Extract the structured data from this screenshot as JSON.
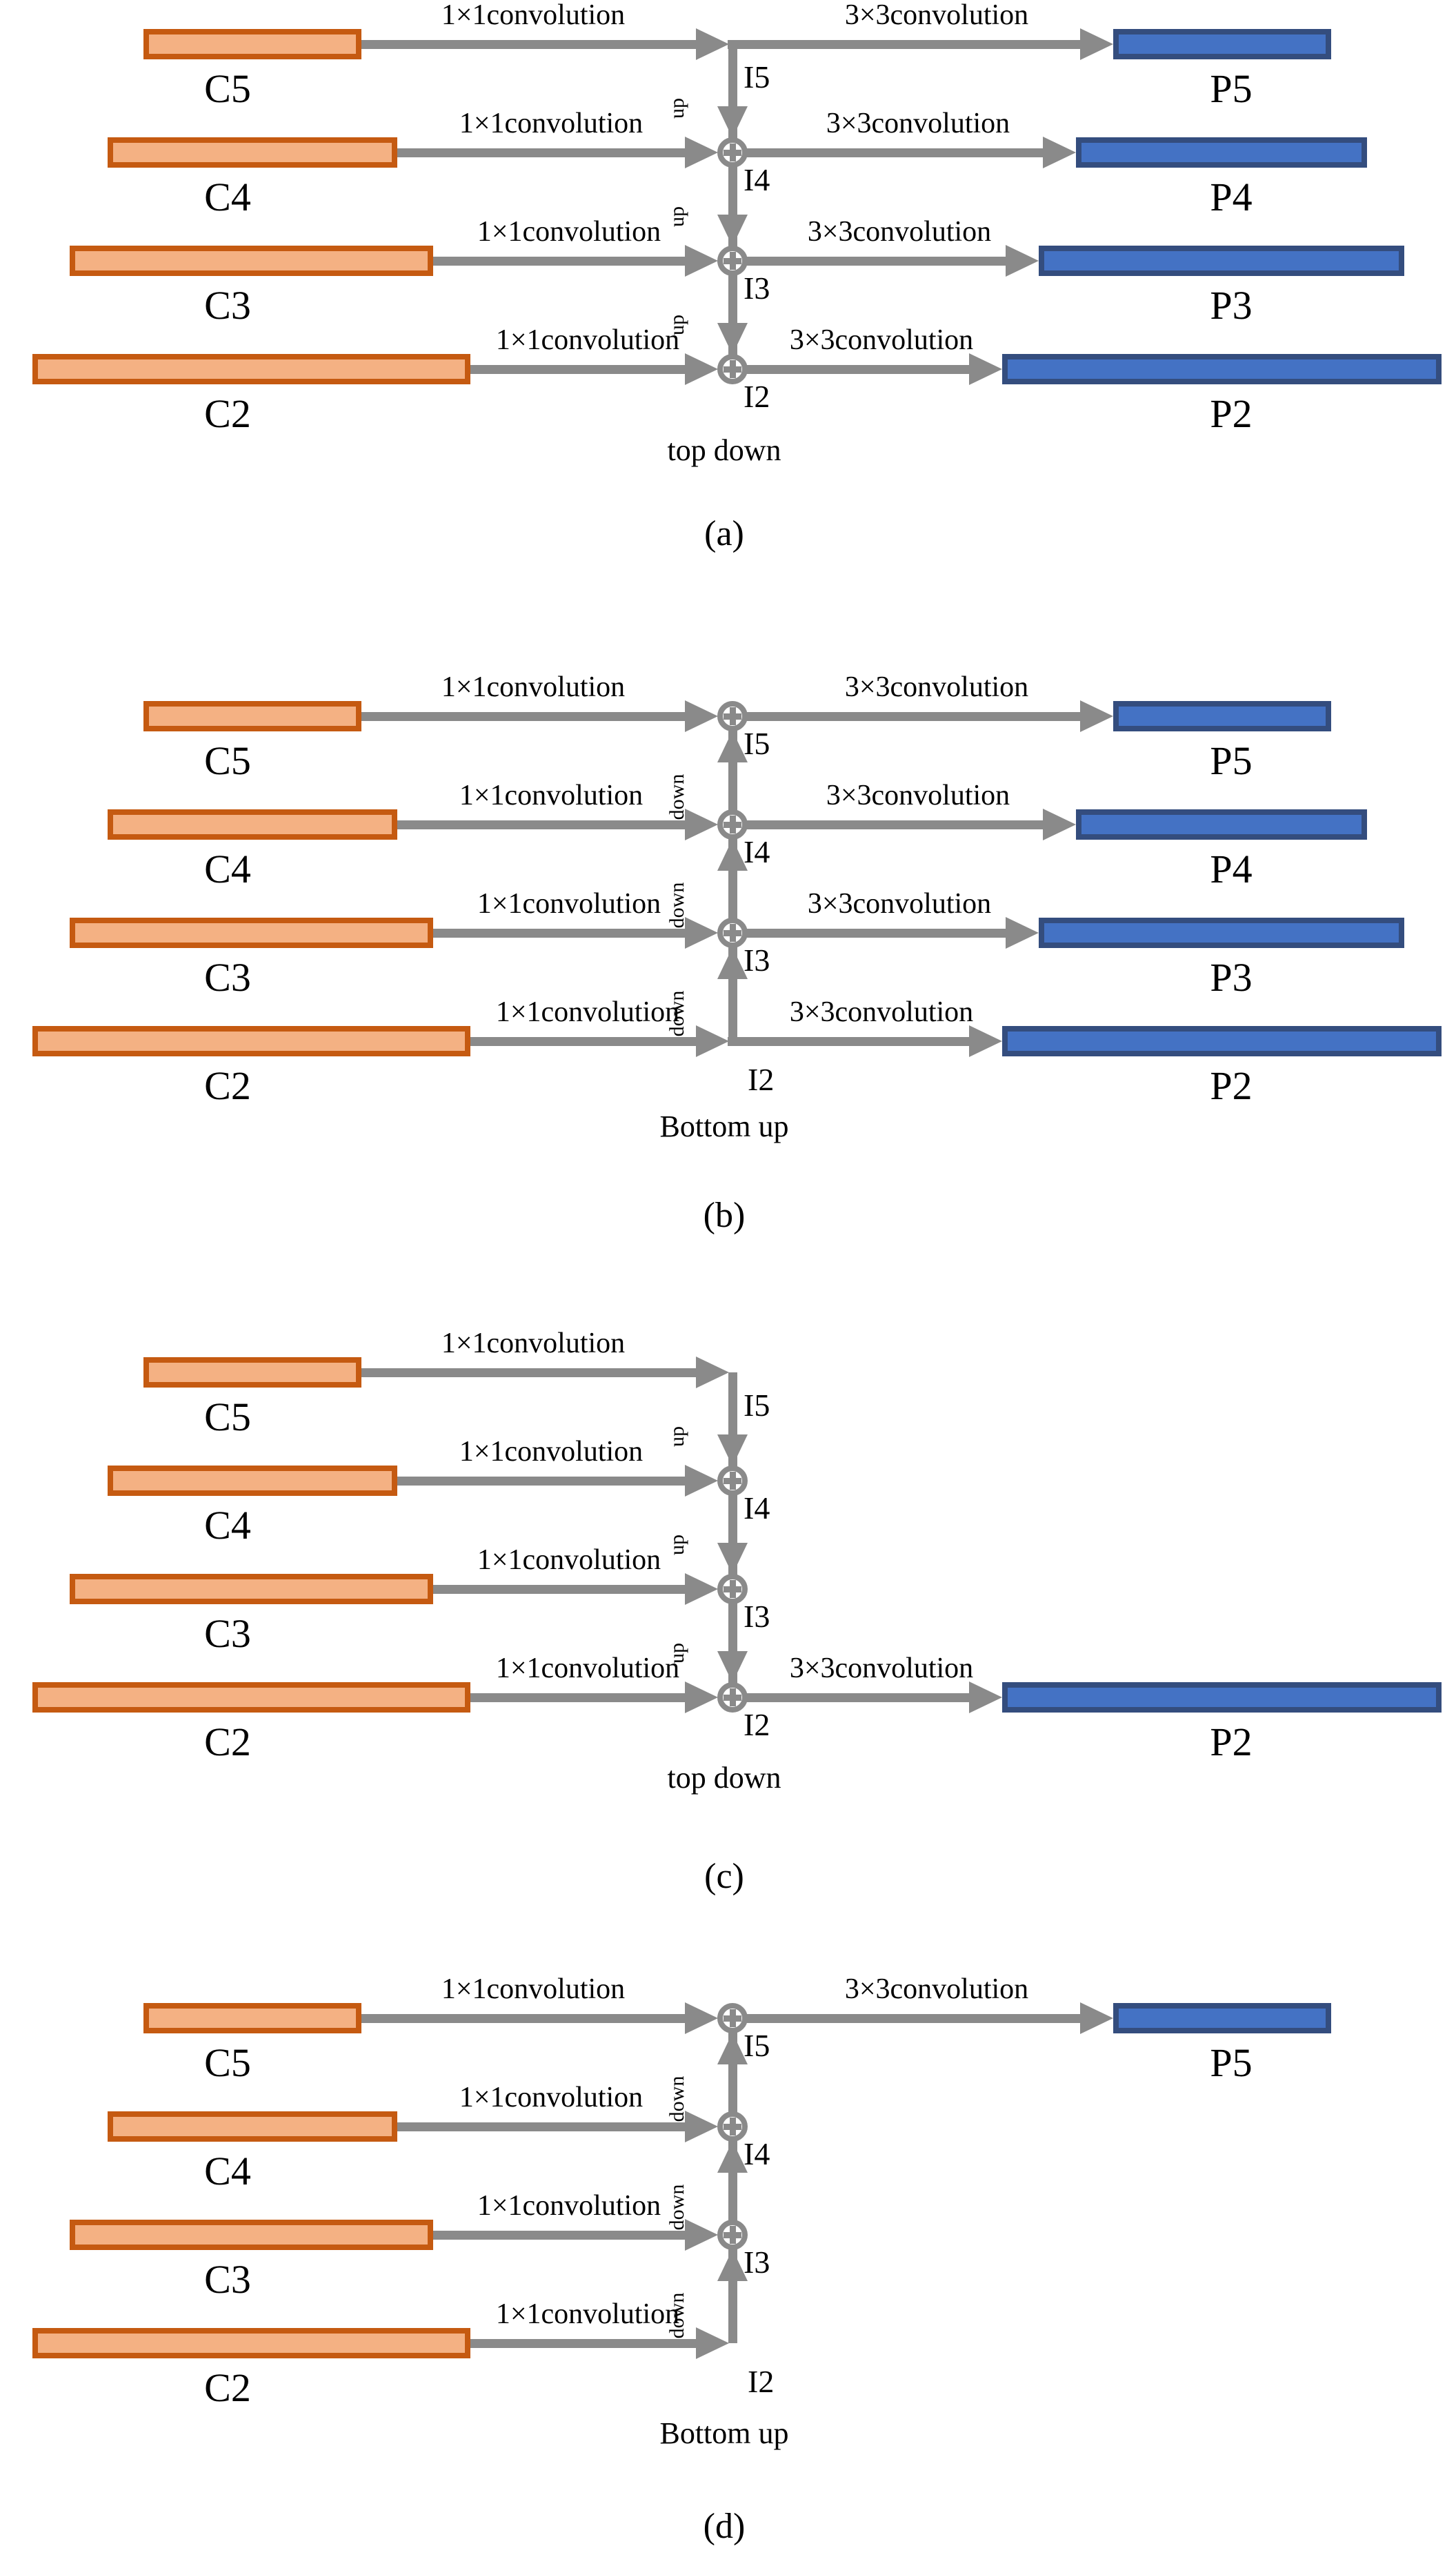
{
  "figure": {
    "background": "#ffffff",
    "colors": {
      "input_bar_fill": "#F4B183",
      "input_bar_border": "#C55A11",
      "output_bar_fill": "#4472C4",
      "output_bar_border": "#344D7E",
      "connector": "#8A8A8A",
      "text": "#000000"
    },
    "shared": {
      "lateral_conv_label": "1×1convolution",
      "output_conv_label": "3×3convolution"
    },
    "panels": [
      {
        "caption": "(a)",
        "flow_label": "top down",
        "vertical_label": "up",
        "rows": [
          {
            "input": "C5",
            "node": "I5",
            "output": "P5"
          },
          {
            "input": "C4",
            "node": "I4",
            "output": "P4"
          },
          {
            "input": "C3",
            "node": "I3",
            "output": "P3"
          },
          {
            "input": "C2",
            "node": "I2",
            "output": "P2"
          }
        ]
      },
      {
        "caption": "(b)",
        "flow_label": "Bottom up",
        "vertical_label": "down",
        "rows": [
          {
            "input": "C5",
            "node": "I5",
            "output": "P5"
          },
          {
            "input": "C4",
            "node": "I4",
            "output": "P4"
          },
          {
            "input": "C3",
            "node": "I3",
            "output": "P3"
          },
          {
            "input": "C2",
            "node": "I2",
            "output": "P2"
          }
        ]
      },
      {
        "caption": "(c)",
        "flow_label": "top down",
        "vertical_label": "up",
        "rows": [
          {
            "input": "C5",
            "node": "I5",
            "output": null
          },
          {
            "input": "C4",
            "node": "I4",
            "output": null
          },
          {
            "input": "C3",
            "node": "I3",
            "output": null
          },
          {
            "input": "C2",
            "node": "I2",
            "output": "P2"
          }
        ]
      },
      {
        "caption": "(d)",
        "flow_label": "Bottom up",
        "vertical_label": "down",
        "rows": [
          {
            "input": "C5",
            "node": "I5",
            "output": "P5"
          },
          {
            "input": "C4",
            "node": "I4",
            "output": null
          },
          {
            "input": "C3",
            "node": "I3",
            "output": null
          },
          {
            "input": "C2",
            "node": "I2",
            "output": null
          }
        ]
      }
    ]
  }
}
